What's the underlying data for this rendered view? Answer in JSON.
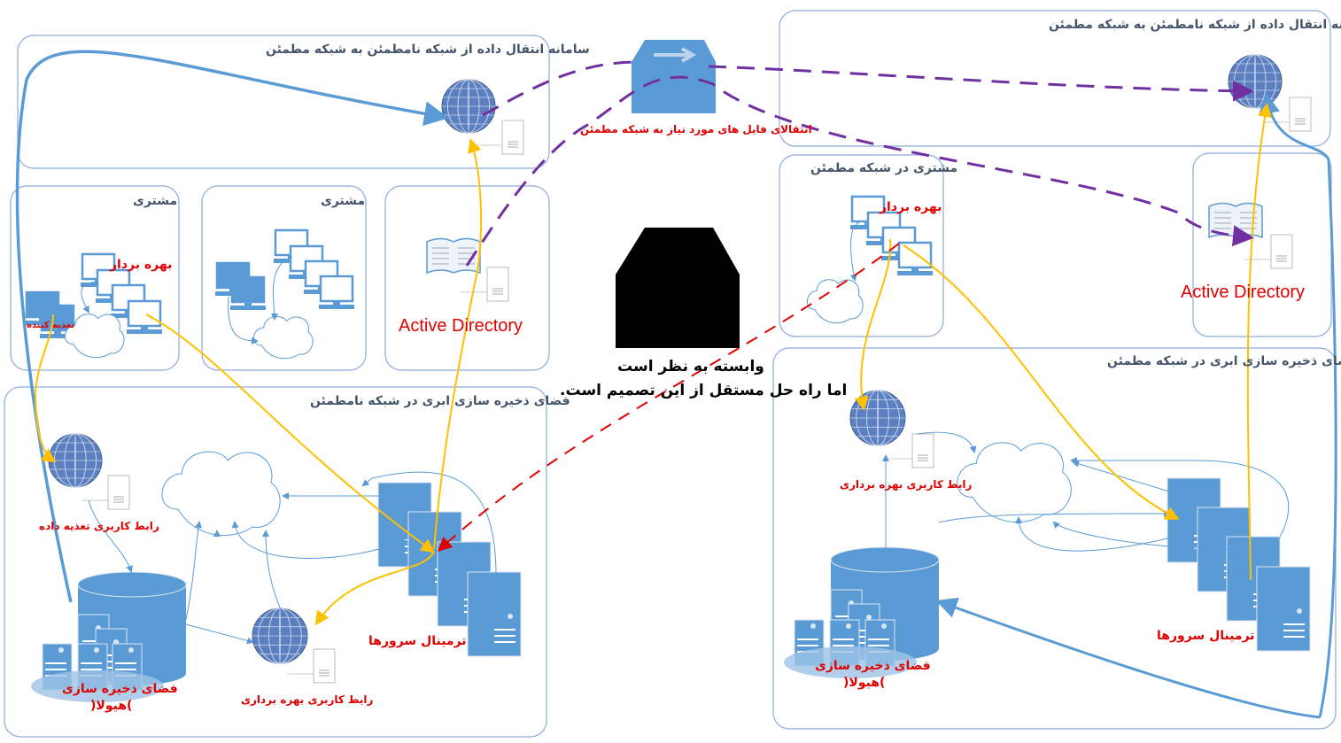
{
  "colors": {
    "box_border": "#8eaadb",
    "icon_blue": "#5b9bd5",
    "untrusted_path": "#ffc000",
    "transfer_path": "#7030a0",
    "dependency_path": "#e00000",
    "blue_path": "#5b9bd5",
    "label_red": "#e00000",
    "title_gray": "#44546a"
  },
  "left": {
    "transfer_system_title": "سامانه انتقال داده از شبکه نامطمئن به شبکه مطمئن",
    "client1": {
      "title": "مشتری",
      "consumer_label": "بهره بردار",
      "feeder_label": "تغذیه کننده"
    },
    "client2": {
      "title": "مشتری"
    },
    "ad_label": "Active Directory",
    "cloud_title": "فضای ذخیره سازی ابری در شبکه نامطمئن",
    "feeder_ui_label": "رابط کاربری تغذیه داده",
    "consumer_ui_label": "رابط کاربری بهره برداری",
    "terminal_servers_label": "ترمینال سرورها",
    "storage_label_1": "فضای ذخیره سازی",
    "storage_label_2": ")هیولا("
  },
  "center": {
    "transfer_label": "انتقالای فایل های مورد نیاز به شبکه مطمئن",
    "note_line1": "وابسته به نظر است",
    "note_line2": "اما راه حل مستقل از این تصمیم است."
  },
  "right": {
    "transfer_system_title": "سامانه انتقال داده از شبکه نامطمئن به شبکه مطمئن",
    "client": {
      "title": "مشتری در شبکه مطمئن",
      "consumer_label": "بهره بردار"
    },
    "ad_label": "Active Directory",
    "cloud_title": "فضای ذخیره سازی ابری در شبکه مطمئن",
    "consumer_ui_label": "رابط کاربری بهره برداری",
    "terminal_servers_label": "ترمینال سرورها",
    "storage_label_1": "فضای ذخیره سازی",
    "storage_label_2": ")هیولا("
  },
  "icons": [
    "globe-icon",
    "computer-icon",
    "server-icon",
    "cloud-icon",
    "database-icon",
    "book-icon",
    "transfer-device-icon",
    "black-box-icon"
  ]
}
